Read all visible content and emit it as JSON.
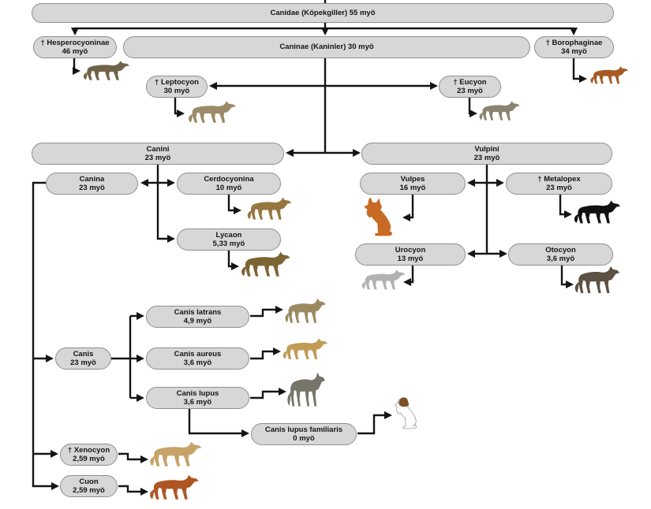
{
  "diagram_title": "Canidae phylogenetic tree",
  "nodes": {
    "canidae": {
      "line1": "Canidae (Köpekgiller) 55 myö"
    },
    "hesperocyoninae": {
      "line1": "† Hesperocyoninae",
      "line2": "46 myö"
    },
    "caninae": {
      "line1": "Caninae (Kaninler) 30 myö"
    },
    "borophaginae": {
      "line1": "† Borophaginae",
      "line2": "34 myö"
    },
    "leptocyon": {
      "line1": "† Leptocyon",
      "line2": "30 myö"
    },
    "eucyon": {
      "line1": "† Eucyon",
      "line2": "23 myö"
    },
    "canini": {
      "line1": "Canini",
      "line2": "23 myö"
    },
    "vulpini": {
      "line1": "Vulpini",
      "line2": "23 myö"
    },
    "canina": {
      "line1": "Canina",
      "line2": "23 myö"
    },
    "cerdocyonina": {
      "line1": "Cerdocyonina",
      "line2": "10 myö"
    },
    "vulpes": {
      "line1": "Vulpes",
      "line2": "16 myö"
    },
    "metalopex": {
      "line1": "† Metalopex",
      "line2": "23 myö"
    },
    "lycaon": {
      "line1": "Lycaon",
      "line2": "5,33 myö"
    },
    "urocyon": {
      "line1": "Urocyon",
      "line2": "13 myö"
    },
    "otocyon": {
      "line1": "Otocyon",
      "line2": "3,6 myö"
    },
    "canis": {
      "line1": "Canis",
      "line2": "23 myö"
    },
    "canis_latrans": {
      "line1": "Canis latrans",
      "line2": "4,9 myö"
    },
    "canis_aureus": {
      "line1": "Canis aureus",
      "line2": "3,6 myö"
    },
    "canis_lupus": {
      "line1": "Canis lupus",
      "line2": "3,6 myö"
    },
    "canis_lupus_familiaris": {
      "line1": "Canis lupus familiaris",
      "line2": "0 myö"
    },
    "xenocyon": {
      "line1": "† Xenocyon",
      "line2": "2,59 myö"
    },
    "cuon": {
      "line1": "Cuon",
      "line2": "2,59 myö"
    }
  },
  "animals": {
    "hesperocyon": {
      "icon": "hesperocyon-image",
      "color": "#6f6449"
    },
    "borophagine": {
      "icon": "borophagine-dog-image",
      "color": "#a55a24"
    },
    "leptocyon": {
      "icon": "leptocyon-image",
      "color": "#9b8a67"
    },
    "eucyon": {
      "icon": "eucyon-image",
      "color": "#8b8372"
    },
    "cerdocyon": {
      "icon": "cerdocyonina-fox-image",
      "color": "#96763f"
    },
    "lycaon": {
      "icon": "african-wild-dog-image",
      "color": "#7c6534"
    },
    "red_fox": {
      "icon": "red-fox-image",
      "color": "#c96a24"
    },
    "metalopex": {
      "icon": "metalopex-silhouette-image",
      "color": "#111111"
    },
    "gray_fox": {
      "icon": "gray-fox-image",
      "color": "#b2b2b2"
    },
    "bat_eared_fox": {
      "icon": "bat-eared-fox-image",
      "color": "#5d5143"
    },
    "coyote": {
      "icon": "coyote-image",
      "color": "#9b8a60"
    },
    "golden_jackal": {
      "icon": "golden-jackal-image",
      "color": "#c09c56"
    },
    "gray_wolf": {
      "icon": "gray-wolf-image",
      "color": "#77746a"
    },
    "dog": {
      "icon": "domestic-dog-image",
      "body_color": "#ffffff",
      "patch_color": "#7d4f28"
    },
    "xenocyon": {
      "icon": "xenocyon-image",
      "color": "#c7a368"
    },
    "cuon": {
      "icon": "dhole-image",
      "color": "#ae5623"
    }
  },
  "colors": {
    "box_fill": "#d7d7d7",
    "box_border": "#8f8f8f",
    "line": "#141414",
    "background": "#ffffff"
  }
}
